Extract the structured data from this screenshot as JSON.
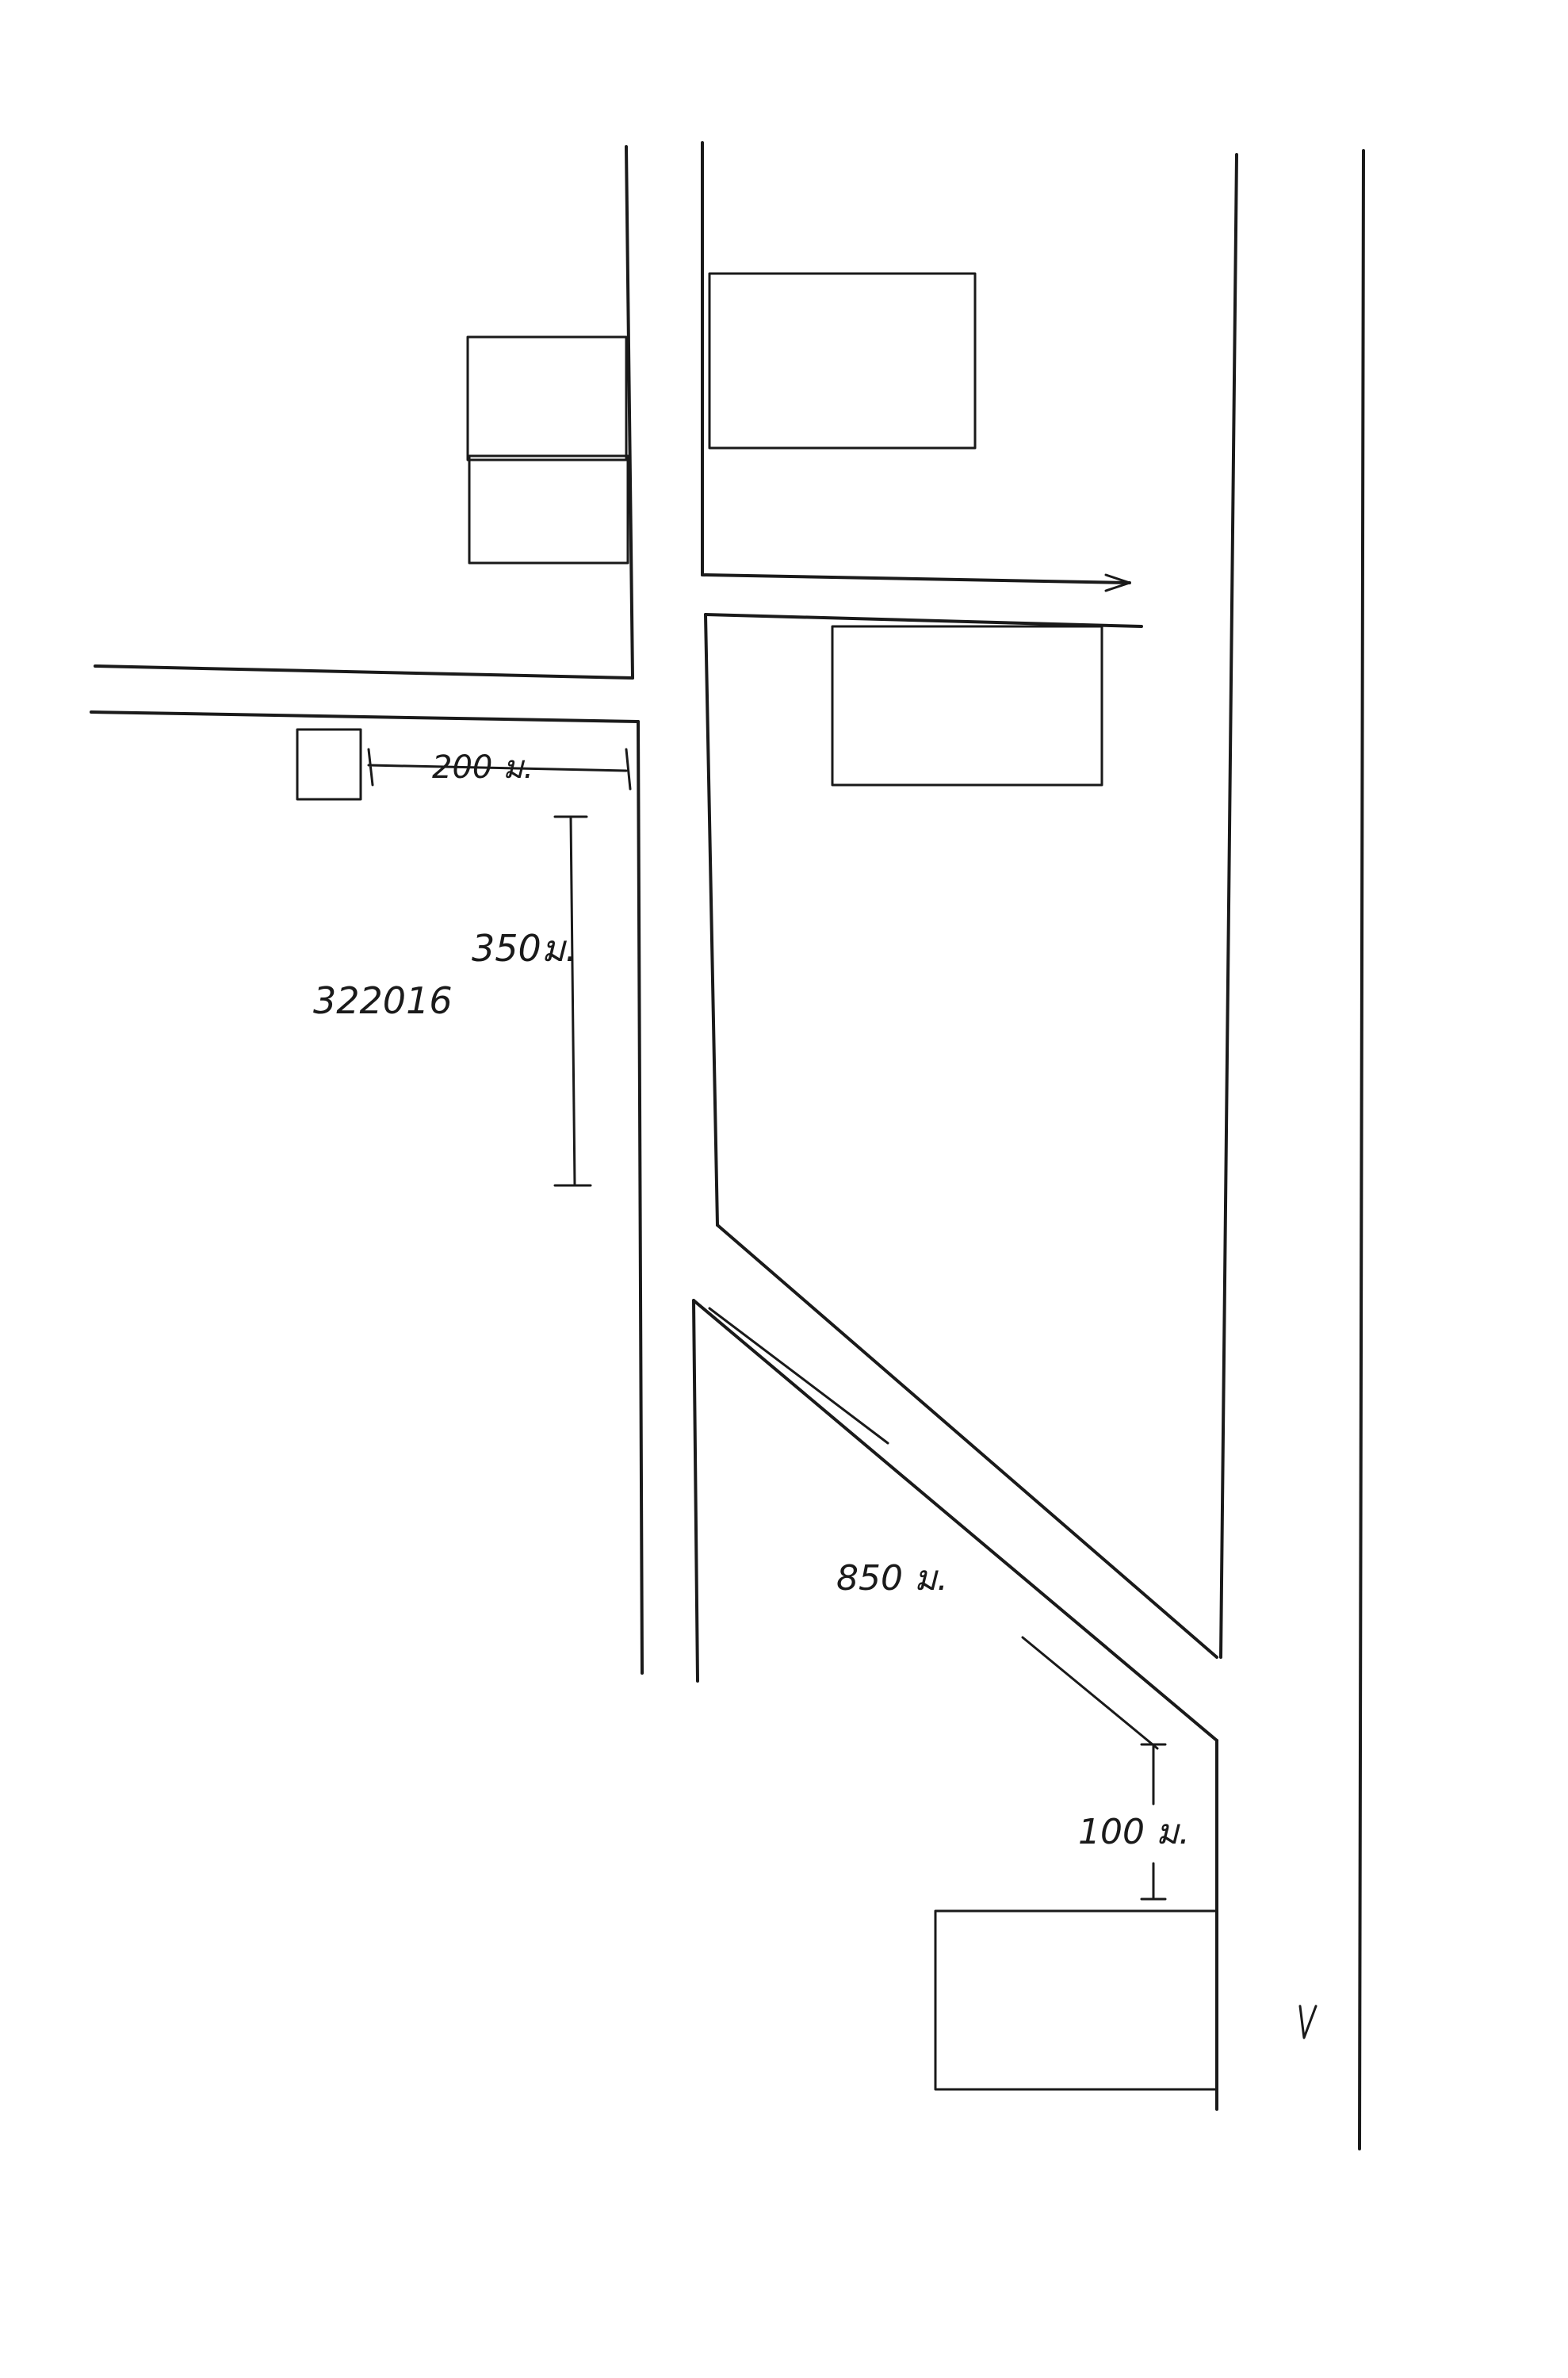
{
  "map": {
    "labels": {
      "dist_200": "200 ม.",
      "dist_350": "350ม.",
      "plot_code": "322016",
      "dist_850": "850 ม.",
      "dist_100": "100 ม."
    }
  }
}
